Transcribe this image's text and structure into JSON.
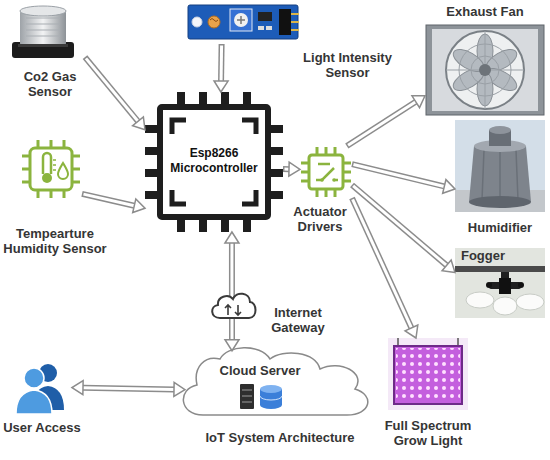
{
  "diagram": {
    "caption": "IoT System Architecture",
    "nodes": [
      {
        "text": [
          "Co2 Gas Sensor"
        ]
      },
      {
        "text": [
          "Light Intensity Sensor"
        ]
      },
      {
        "text": [
          "Esp8266 Microcontroller"
        ]
      },
      {
        "text": [
          "Tempearture Humidity Sensor"
        ]
      },
      {
        "text": [
          "Actuator Drivers"
        ]
      },
      {
        "text": [
          "Exhaust Fan"
        ]
      },
      {
        "text": [
          "Humidifier"
        ]
      },
      {
        "text": [
          "Fogger"
        ]
      },
      {
        "text": [
          "Full Spectrum Grow Light"
        ]
      },
      {
        "text": [
          "Cloud Server"
        ]
      },
      {
        "text": [
          "User Access"
        ]
      }
    ],
    "edges": [
      {
        "from": 0,
        "to": 2,
        "arrow": "to"
      },
      {
        "from": 1,
        "to": 2,
        "arrow": "to"
      },
      {
        "from": 3,
        "to": 2,
        "arrow": "to"
      },
      {
        "from": 2,
        "to": 4,
        "arrow": "to"
      },
      {
        "from": 4,
        "to": 5,
        "arrow": "to"
      },
      {
        "from": 4,
        "to": 6,
        "arrow": "to"
      },
      {
        "from": 4,
        "to": 7,
        "arrow": "to"
      },
      {
        "from": 4,
        "to": 8,
        "arrow": "to"
      },
      {
        "from": 2,
        "to": 9,
        "label": "Internet Gateway",
        "arrow": "both"
      },
      {
        "from": 10,
        "to": 9,
        "arrow": "both"
      }
    ]
  }
}
